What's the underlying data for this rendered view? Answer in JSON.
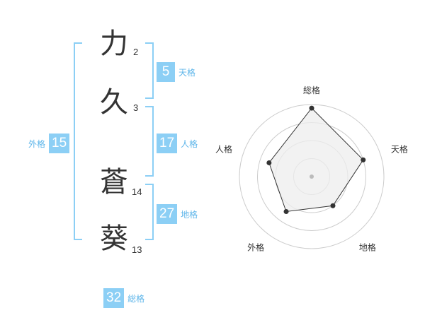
{
  "name_chars": [
    {
      "char": "力",
      "strokes": "2"
    },
    {
      "char": "久",
      "strokes": "3"
    },
    {
      "char": "蒼",
      "strokes": "14"
    },
    {
      "char": "葵",
      "strokes": "13"
    }
  ],
  "kaku": {
    "ten": {
      "value": "5",
      "label": "天格"
    },
    "jin": {
      "value": "17",
      "label": "人格"
    },
    "chi": {
      "value": "27",
      "label": "地格"
    },
    "gai": {
      "value": "15",
      "label": "外格"
    },
    "sou": {
      "value": "32",
      "label": "総格"
    }
  },
  "colors": {
    "accent": "#8ccff5",
    "accent_text": "#5fb6ea",
    "text": "#333333",
    "radar_fill": "#eeeeee",
    "radar_line": "#333333",
    "ring": "#cccccc"
  },
  "chart_data": {
    "type": "radar",
    "axes": [
      "総格",
      "天格",
      "地格",
      "外格",
      "人格"
    ],
    "values": [
      0.95,
      0.75,
      0.5,
      0.6,
      0.62
    ],
    "range": [
      0,
      1
    ],
    "rings": 4
  }
}
